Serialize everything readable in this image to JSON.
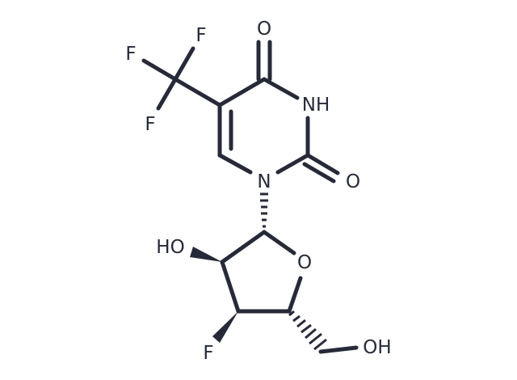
{
  "molecule": {
    "colors": {
      "ink": "#262a38",
      "background": "#ffffff"
    },
    "atoms": {
      "o_top": "O",
      "nh": "NH",
      "o_right": "O",
      "n1": "N",
      "f_top": "F",
      "f_left": "F",
      "f_bottom": "F",
      "ho": "HO",
      "o_ring": "O",
      "f_sugar": "F",
      "oh": "OH"
    }
  }
}
